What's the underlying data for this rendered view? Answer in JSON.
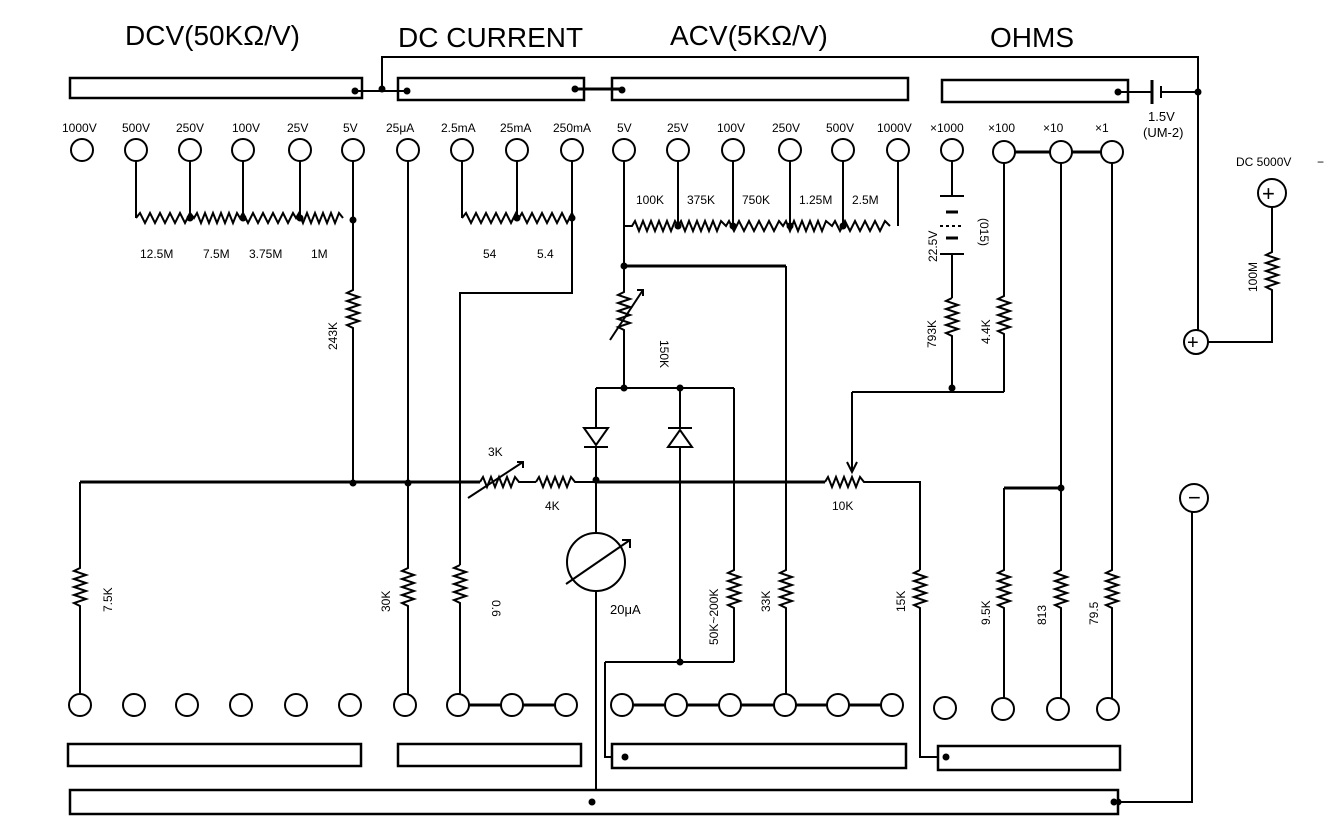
{
  "headers": {
    "dcv": "DCV(50KΩ/V)",
    "dc_current": "DC  CURRENT",
    "acv": "ACV(5KΩ/V)",
    "ohms": "OHMS"
  },
  "terminals": {
    "dcv": [
      "1000V",
      "500V",
      "250V",
      "100V",
      "25V",
      "5V"
    ],
    "dc_current": [
      "25μA",
      "2.5mA",
      "25mA",
      "250mA"
    ],
    "acv": [
      "5V",
      "25V",
      "100V",
      "250V",
      "500V",
      "1000V"
    ],
    "ohms": [
      "×1000",
      "×100",
      "×10",
      "×1"
    ]
  },
  "resistors": {
    "dcv_chain": [
      "12.5M",
      "7.5M",
      "3.75M",
      "1M"
    ],
    "current_chain": [
      "54",
      "5.4"
    ],
    "acv_chain": [
      "100K",
      "375K",
      "750K",
      "1.25M",
      "2.5M"
    ],
    "r243k": "243K",
    "r150k": "150K",
    "r3k": "3K",
    "r4k": "4K",
    "r10k": "10K",
    "r7_5k": "7.5K",
    "r30k": "30K",
    "r0_6": "0.6",
    "r50k_200k": "50K~200K",
    "r33k": "33K",
    "r15k": "15K",
    "r793k": "793K",
    "r44k": "4.4K",
    "r95k": "9.5K",
    "r813": "813",
    "r79_5": "79.5",
    "r100m": "100M"
  },
  "components": {
    "battery_15v": "1.5V",
    "battery_15v_type": "(UM-2)",
    "battery_225v": "22.5V",
    "battery_225v_type": "(015)",
    "meter": "20μA",
    "dc5000v": "DC 5000V",
    "plus_sign": "+",
    "minus_sign": "−"
  }
}
